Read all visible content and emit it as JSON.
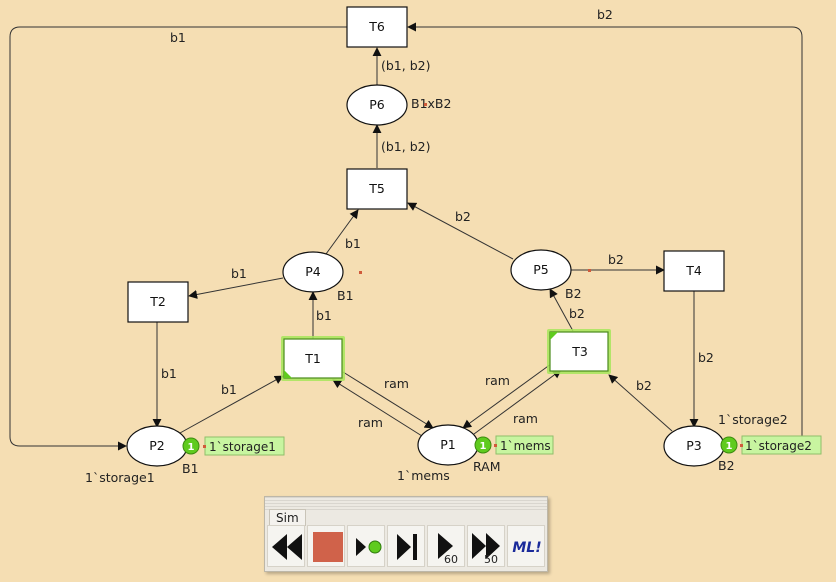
{
  "transitions": {
    "T1": "T1",
    "T2": "T2",
    "T3": "T3",
    "T4": "T4",
    "T5": "T5",
    "T6": "T6"
  },
  "places": {
    "P1": "P1",
    "P2": "P2",
    "P3": "P3",
    "P4": "P4",
    "P5": "P5",
    "P6": "P6"
  },
  "place_types": {
    "P1": "RAM",
    "P2": "B1",
    "P3": "B2",
    "P4": "B1",
    "P5": "B2",
    "P6": "B1xB2"
  },
  "initial_markings": {
    "P1": "1`mems",
    "P2": "1`storage1",
    "P3": "1`storage2"
  },
  "current_markings": {
    "P1": {
      "count": "1",
      "text": "1`mems"
    },
    "P2": {
      "count": "1",
      "text": "1`storage1"
    },
    "P3": {
      "count": "1",
      "text": "1`storage2"
    }
  },
  "arc_labels": {
    "t6_p2": "b1",
    "p3_t6": "b2",
    "p6_t6": "(b1, b2)",
    "t5_p6": "(b1, b2)",
    "p4_t5": "b1",
    "p5_t5": "b2",
    "p4_t2": "b1",
    "t1_p4": "b1",
    "p5_t4": "b2",
    "t3_p5": "b2",
    "t2_p2": "b1",
    "p2_t1": "b1",
    "t1_p1": "ram",
    "p1_t1": "ram",
    "t3_p1": "ram",
    "p1_t3": "ram",
    "t4_p3": "b2",
    "p3_t3": "b2"
  },
  "sim": {
    "tab_label": "Sim",
    "fast_forward_count": "50",
    "play_count": "60",
    "ml_label": "ML!"
  },
  "colors": {
    "background": "#F5DEB3",
    "enabled_transition": "#8FD84A",
    "token": "#5FCB1E",
    "marking_box": "#C8F5A0",
    "stop": "#D0624A",
    "ml_text": "#1A2A9A"
  }
}
